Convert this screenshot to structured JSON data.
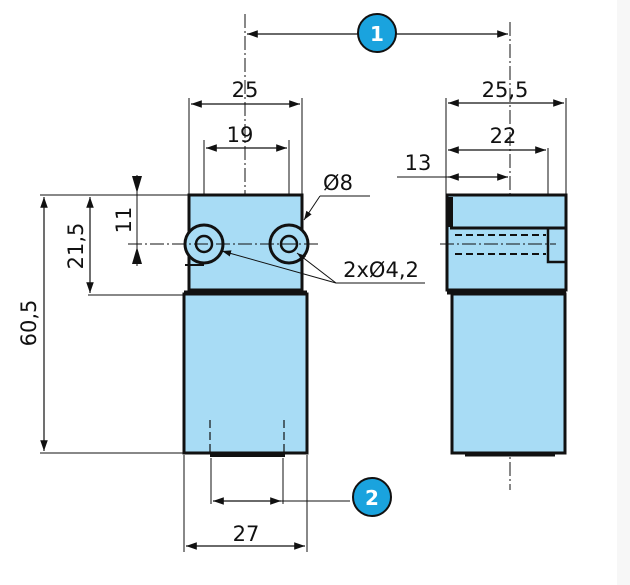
{
  "drawing": {
    "colors": {
      "body_fill": "#a8dcf5",
      "outline": "#111111",
      "badge_fill": "#1aa3de"
    },
    "callouts": [
      {
        "id": "1",
        "label": "1"
      },
      {
        "id": "2",
        "label": "2"
      }
    ],
    "front_view": {
      "width_top": "25",
      "hole_spacing": "19",
      "bottom_width": "27",
      "total_height": "60,5",
      "mount_height": "21,5",
      "hole_height": "11",
      "boss_diameter": "Ø8",
      "holes": "2xØ4,2"
    },
    "side_view": {
      "width": "25,5",
      "depth_22": "22",
      "offset_13": "13"
    }
  }
}
